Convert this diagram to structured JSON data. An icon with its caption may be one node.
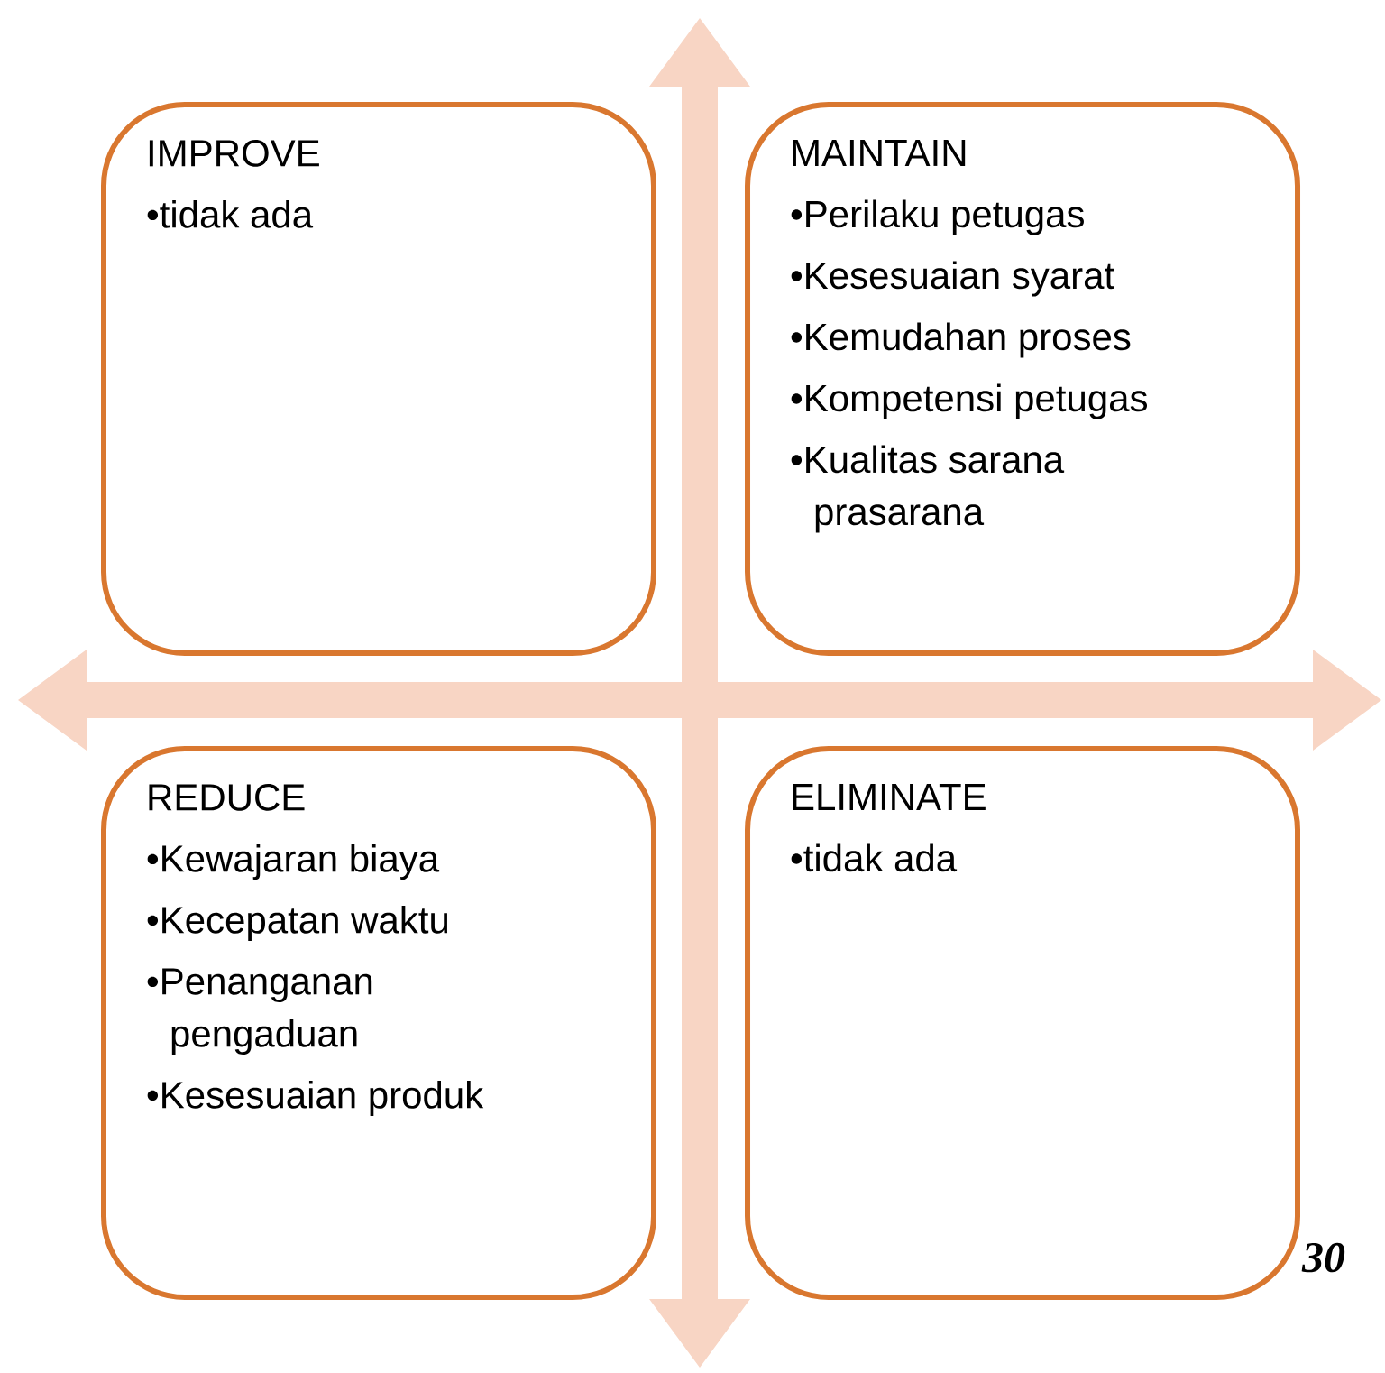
{
  "diagram": {
    "nodes": [
      {
        "text": [
          "IMPROVE",
          "•tidak ada"
        ]
      },
      {
        "text": [
          "MAINTAIN",
          "•Perilaku petugas",
          "•Kesesuaian syarat",
          "•Kemudahan proses",
          "•Kompetensi petugas",
          "•Kualitas sarana prasarana"
        ]
      },
      {
        "text": [
          "REDUCE",
          "•Kewajaran biaya",
          "•Kecepatan waktu",
          "•Penanganan pengaduan",
          "•Kesesuaian produk"
        ]
      },
      {
        "text": [
          "ELIMINATE",
          "•tidak ada"
        ]
      }
    ],
    "labels": [
      "30"
    ]
  }
}
